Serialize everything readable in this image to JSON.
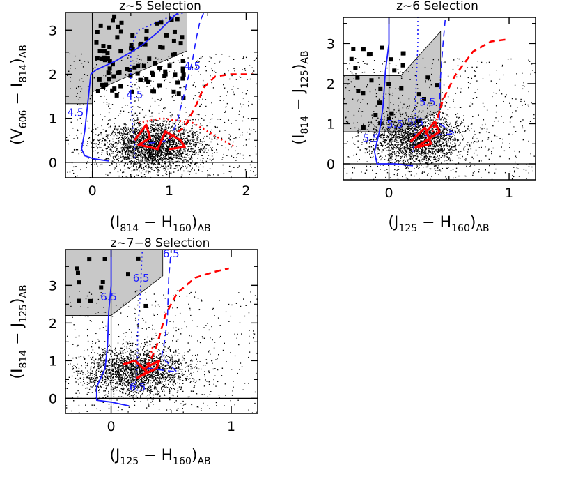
{
  "chart_data": [
    {
      "type": "scatter",
      "title": "z~5 Selection",
      "xlabel": "(I814 − H160)AB",
      "ylabel": "(V606 − I814)AB",
      "xlabel_parts": [
        "(I",
        "814",
        " − H",
        "160",
        ")",
        "AB"
      ],
      "ylabel_parts": [
        "(V",
        "606",
        " − I",
        "814",
        ")",
        "AB"
      ],
      "xlim": [
        -0.35,
        2.15
      ],
      "ylim": [
        -0.35,
        3.4
      ],
      "xticks": [
        0,
        1,
        2
      ],
      "yticks": [
        0,
        1,
        2,
        3
      ],
      "selection_region": [
        [
          -0.35,
          1.33
        ],
        [
          0.0,
          1.33
        ],
        [
          0.0,
          1.6
        ],
        [
          1.23,
          2.53
        ],
        [
          1.23,
          3.4
        ],
        [
          -0.35,
          3.4
        ]
      ],
      "zero_lines": true,
      "sources": {
        "center": [
          0.8,
          0.35
        ],
        "spread": [
          0.32,
          0.28
        ],
        "count": 3200,
        "seed": 11
      },
      "candidates": {
        "count": 95,
        "xrange": [
          0.05,
          1.2
        ],
        "yrange": [
          1.45,
          3.35
        ],
        "seed": 5
      },
      "tracks": [
        {
          "name": "",
          "color": "#1a1aff",
          "style": "solid",
          "width": 1.8,
          "points": [
            [
              0.22,
              0.03
            ],
            [
              0.02,
              0.08
            ],
            [
              -0.1,
              0.15
            ],
            [
              -0.14,
              0.3
            ],
            [
              -0.1,
              0.7
            ],
            [
              -0.05,
              1.5
            ],
            [
              -0.02,
              2.0
            ],
            [
              0.05,
              2.1
            ],
            [
              0.3,
              2.3
            ],
            [
              0.6,
              2.6
            ],
            [
              0.85,
              2.95
            ],
            [
              1.05,
              3.3
            ],
            [
              1.12,
              3.4
            ]
          ]
        },
        {
          "name": "",
          "color": "#1a1aff",
          "style": "dotted",
          "width": 1.6,
          "points": [
            [
              0.55,
              0.1
            ],
            [
              0.55,
              0.4
            ],
            [
              0.52,
              0.9
            ],
            [
              0.5,
              1.4
            ],
            [
              0.5,
              2.0
            ],
            [
              0.5,
              2.6
            ],
            [
              0.6,
              3.0
            ],
            [
              1.0,
              3.3
            ],
            [
              1.2,
              3.4
            ]
          ]
        },
        {
          "name": "",
          "color": "#1a1aff",
          "style": "dashed",
          "width": 1.6,
          "points": [
            [
              0.6,
              0.4
            ],
            [
              1.0,
              0.5
            ],
            [
              1.1,
              0.9
            ],
            [
              1.2,
              1.6
            ],
            [
              1.3,
              2.3
            ],
            [
              1.35,
              2.8
            ],
            [
              1.4,
              3.2
            ],
            [
              1.45,
              3.4
            ]
          ]
        },
        {
          "name": "",
          "color": "#ff0000",
          "style": "solid",
          "width": 3.2,
          "points": [
            [
              0.55,
              0.5
            ],
            [
              0.7,
              0.85
            ],
            [
              0.75,
              0.55
            ],
            [
              0.6,
              0.4
            ],
            [
              0.85,
              0.3
            ],
            [
              0.95,
              0.7
            ],
            [
              1.15,
              0.5
            ],
            [
              1.2,
              0.35
            ],
            [
              1.0,
              0.3
            ]
          ]
        },
        {
          "name": "",
          "color": "#ff0000",
          "style": "dashed",
          "width": 2.6,
          "points": [
            [
              1.0,
              0.55
            ],
            [
              1.2,
              0.8
            ],
            [
              1.35,
              1.3
            ],
            [
              1.45,
              1.7
            ],
            [
              1.6,
              1.95
            ],
            [
              1.8,
              2.0
            ],
            [
              2.1,
              2.0
            ]
          ]
        },
        {
          "name": "",
          "color": "#ff0000",
          "style": "dotted",
          "width": 2.6,
          "points": [
            [
              0.6,
              0.9
            ],
            [
              0.9,
              1.0
            ],
            [
              1.3,
              0.9
            ],
            [
              1.6,
              0.6
            ],
            [
              1.85,
              0.35
            ]
          ]
        }
      ],
      "annotations": [
        {
          "text": "4.5",
          "x": -0.22,
          "y": 1.05
        },
        {
          "text": "4.5",
          "x": 0.55,
          "y": 1.45
        },
        {
          "text": "4.5",
          "x": 1.3,
          "y": 2.1
        }
      ]
    },
    {
      "type": "scatter",
      "title": "z~6 Selection",
      "xlabel": "(J125 − H160)AB",
      "ylabel": "(I814 − J125)AB",
      "xlabel_parts": [
        "(J",
        "125",
        " − H",
        "160",
        ")",
        "AB"
      ],
      "ylabel_parts": [
        "(I",
        "814",
        " − J",
        "125",
        ")",
        "AB"
      ],
      "xlim": [
        -0.38,
        1.22
      ],
      "ylim": [
        -0.4,
        3.65
      ],
      "xticks": [
        0,
        1
      ],
      "yticks": [
        0,
        1,
        2,
        3
      ],
      "selection_region": [
        [
          -0.38,
          0.8
        ],
        [
          0.1,
          0.8
        ],
        [
          0.43,
          1.35
        ],
        [
          0.43,
          3.3
        ],
        [
          0.1,
          2.2
        ],
        [
          -0.38,
          2.2
        ]
      ],
      "zero_lines": true,
      "sources": {
        "center": [
          0.25,
          0.6
        ],
        "spread": [
          0.2,
          0.33
        ],
        "count": 2600,
        "seed": 23
      },
      "candidates": {
        "count": 30,
        "xrange": [
          -0.35,
          0.42
        ],
        "yrange": [
          0.9,
          2.9
        ],
        "seed": 7
      },
      "tracks": [
        {
          "name": "",
          "color": "#1a1aff",
          "style": "solid",
          "width": 1.8,
          "points": [
            [
              0.2,
              -0.05
            ],
            [
              0.05,
              0.0
            ],
            [
              -0.1,
              0.0
            ],
            [
              -0.12,
              0.3
            ],
            [
              -0.08,
              0.8
            ],
            [
              -0.05,
              1.4
            ],
            [
              -0.03,
              2.3
            ],
            [
              0.0,
              3.0
            ],
            [
              0.0,
              3.65
            ]
          ]
        },
        {
          "name": "",
          "color": "#1a1aff",
          "style": "dotted",
          "width": 1.6,
          "points": [
            [
              0.2,
              0.3
            ],
            [
              0.22,
              0.8
            ],
            [
              0.22,
              1.5
            ],
            [
              0.23,
              2.2
            ],
            [
              0.24,
              3.0
            ],
            [
              0.24,
              3.65
            ]
          ]
        },
        {
          "name": "",
          "color": "#1a1aff",
          "style": "dashed",
          "width": 1.6,
          "points": [
            [
              0.3,
              0.7
            ],
            [
              0.55,
              0.75
            ],
            [
              0.42,
              1.0
            ],
            [
              0.42,
              1.5
            ],
            [
              0.43,
              2.2
            ],
            [
              0.45,
              3.0
            ],
            [
              0.47,
              3.65
            ]
          ]
        },
        {
          "name": "",
          "color": "#ff0000",
          "style": "solid",
          "width": 3.2,
          "points": [
            [
              0.18,
              0.55
            ],
            [
              0.3,
              0.9
            ],
            [
              0.35,
              0.5
            ],
            [
              0.22,
              0.4
            ],
            [
              0.42,
              0.8
            ],
            [
              0.38,
              1.05
            ],
            [
              0.3,
              0.75
            ]
          ]
        },
        {
          "name": "",
          "color": "#ff0000",
          "style": "dashed",
          "width": 2.6,
          "points": [
            [
              0.38,
              0.9
            ],
            [
              0.45,
              1.6
            ],
            [
              0.55,
              2.2
            ],
            [
              0.7,
              2.8
            ],
            [
              0.85,
              3.05
            ],
            [
              0.98,
              3.1
            ]
          ]
        },
        {
          "name": "",
          "color": "#ff0000",
          "style": "dotted",
          "width": 2.6,
          "points": [
            [
              0.35,
              0.7
            ],
            [
              0.42,
              1.3
            ],
            [
              0.45,
              1.7
            ]
          ]
        }
      ],
      "annotations": [
        {
          "text": "5.5",
          "x": -0.15,
          "y": 0.55
        },
        {
          "text": "5.5",
          "x": 0.05,
          "y": 0.9
        },
        {
          "text": "5.5",
          "x": 0.22,
          "y": 0.95
        },
        {
          "text": "5.5",
          "x": 0.32,
          "y": 1.45
        }
      ]
    },
    {
      "type": "scatter",
      "title": "z~7−8 Selection",
      "xlabel": "(J125 − H160)AB",
      "ylabel": "(I814 − J125)AB",
      "xlabel_parts": [
        "(J",
        "125",
        " − H",
        "160",
        ")",
        "AB"
      ],
      "ylabel_parts": [
        "(I",
        "814",
        " − J",
        "125",
        ")",
        "AB"
      ],
      "xlim": [
        -0.38,
        1.22
      ],
      "ylim": [
        -0.4,
        3.95
      ],
      "xticks": [
        0,
        1
      ],
      "yticks": [
        0,
        1,
        2,
        3
      ],
      "selection_region": [
        [
          -0.38,
          2.2
        ],
        [
          0.0,
          2.2
        ],
        [
          0.43,
          3.25
        ],
        [
          0.43,
          3.95
        ],
        [
          -0.38,
          3.95
        ]
      ],
      "zero_lines": true,
      "sources": {
        "center": [
          0.2,
          0.7
        ],
        "spread": [
          0.22,
          0.32
        ],
        "count": 2500,
        "seed": 31
      },
      "candidates": {
        "count": 12,
        "xrange": [
          -0.32,
          0.3
        ],
        "yrange": [
          2.45,
          3.85
        ],
        "seed": 9
      },
      "tracks": [
        {
          "name": "",
          "color": "#1a1aff",
          "style": "solid",
          "width": 1.8,
          "points": [
            [
              0.15,
              -0.2
            ],
            [
              0.0,
              -0.1
            ],
            [
              -0.12,
              -0.05
            ],
            [
              -0.12,
              0.3
            ],
            [
              -0.05,
              0.8
            ],
            [
              -0.03,
              1.4
            ],
            [
              -0.02,
              2.3
            ],
            [
              0.0,
              3.0
            ],
            [
              0.0,
              3.95
            ]
          ]
        },
        {
          "name": "",
          "color": "#1a1aff",
          "style": "dotted",
          "width": 1.6,
          "points": [
            [
              0.2,
              0.3
            ],
            [
              0.22,
              0.9
            ],
            [
              0.22,
              1.7
            ],
            [
              0.24,
              2.6
            ],
            [
              0.25,
              3.3
            ],
            [
              0.26,
              3.95
            ]
          ]
        },
        {
          "name": "",
          "color": "#1a1aff",
          "style": "dashed",
          "width": 1.6,
          "points": [
            [
              0.3,
              0.8
            ],
            [
              0.55,
              0.7
            ],
            [
              0.42,
              1.1
            ],
            [
              0.45,
              1.6
            ],
            [
              0.47,
              2.2
            ],
            [
              0.48,
              3.2
            ],
            [
              0.5,
              3.95
            ]
          ]
        },
        {
          "name": "",
          "color": "#ff0000",
          "style": "solid",
          "width": 3.2,
          "points": [
            [
              0.1,
              0.9
            ],
            [
              0.2,
              1.0
            ],
            [
              0.3,
              0.7
            ],
            [
              0.22,
              0.55
            ],
            [
              0.38,
              0.8
            ],
            [
              0.4,
              1.0
            ],
            [
              0.28,
              0.8
            ]
          ]
        },
        {
          "name": "",
          "color": "#ff0000",
          "style": "dashed",
          "width": 2.6,
          "points": [
            [
              0.3,
              0.8
            ],
            [
              0.38,
              1.4
            ],
            [
              0.45,
              2.2
            ],
            [
              0.55,
              2.8
            ],
            [
              0.7,
              3.2
            ],
            [
              0.85,
              3.35
            ],
            [
              0.98,
              3.45
            ]
          ]
        },
        {
          "name": "",
          "color": "#ff0000",
          "style": "dotted",
          "width": 2.6,
          "points": [
            [
              0.3,
              0.9
            ],
            [
              0.35,
              1.4
            ]
          ]
        }
      ],
      "annotations": [
        {
          "text": "6.5",
          "x": -0.02,
          "y": 2.6
        },
        {
          "text": "6.5",
          "x": 0.25,
          "y": 3.1
        },
        {
          "text": "6.5",
          "x": 0.5,
          "y": 3.75
        },
        {
          "text": "6.5",
          "x": 0.22,
          "y": 0.2
        }
      ]
    }
  ]
}
